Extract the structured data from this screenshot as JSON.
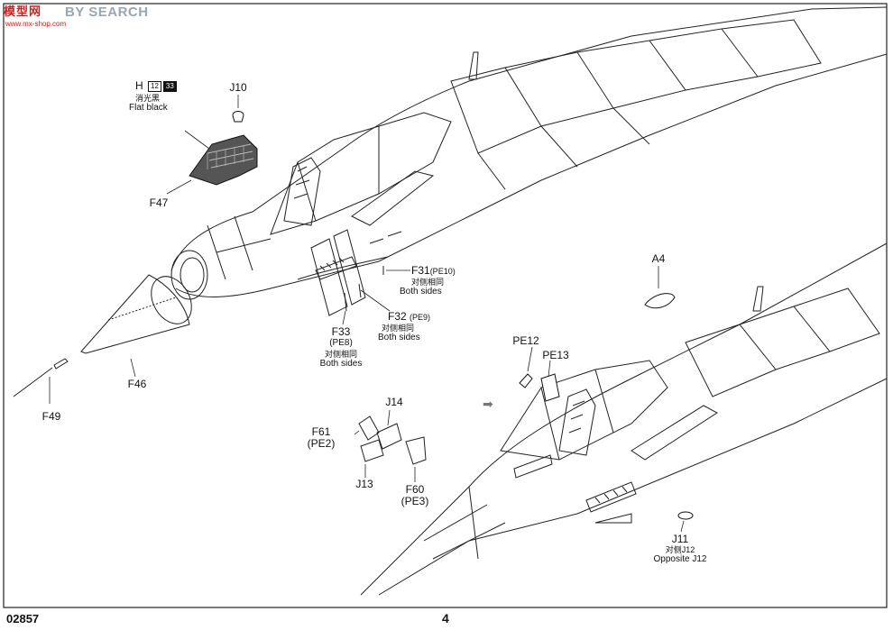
{
  "watermark": {
    "logo": "模型网",
    "brand": "BY SEARCH",
    "sub": "www.mx-shop.com"
  },
  "paint": {
    "code": "H",
    "chip1": "12",
    "chip2": "33",
    "name_cn": "消光黑",
    "name_en": "Flat black"
  },
  "labels": {
    "J10": "J10",
    "F47": "F47",
    "F46": "F46",
    "F49": "F49",
    "F31": "F31",
    "F31_pe": "(PE10)",
    "F31_cn": "对侧相同",
    "F31_en": "Both sides",
    "F32": "F32",
    "F32_pe": "(PE9)",
    "F32_cn": "对侧相同",
    "F32_en": "Both sides",
    "F33": "F33",
    "F33_pe": "(PE8)",
    "F33_cn": "对侧相同",
    "F33_en": "Both sides",
    "A4": "A4",
    "PE12": "PE12",
    "PE13": "PE13",
    "J14": "J14",
    "F61": "F61",
    "F61_pe": "(PE2)",
    "J13": "J13",
    "F60": "F60",
    "F60_pe": "(PE3)",
    "J11": "J11",
    "J11_cn": "对侧J12",
    "J11_en": "Opposite J12"
  },
  "footer": {
    "model_no": "02857",
    "page_no": "4"
  },
  "arrow": "➡"
}
